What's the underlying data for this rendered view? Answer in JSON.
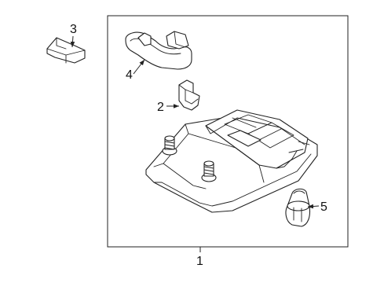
{
  "callouts": {
    "part_1": "1",
    "part_2": "2",
    "part_3": "3",
    "part_4": "4",
    "part_5": "5"
  },
  "colors": {
    "ink": "#222222",
    "background": "#ffffff"
  }
}
